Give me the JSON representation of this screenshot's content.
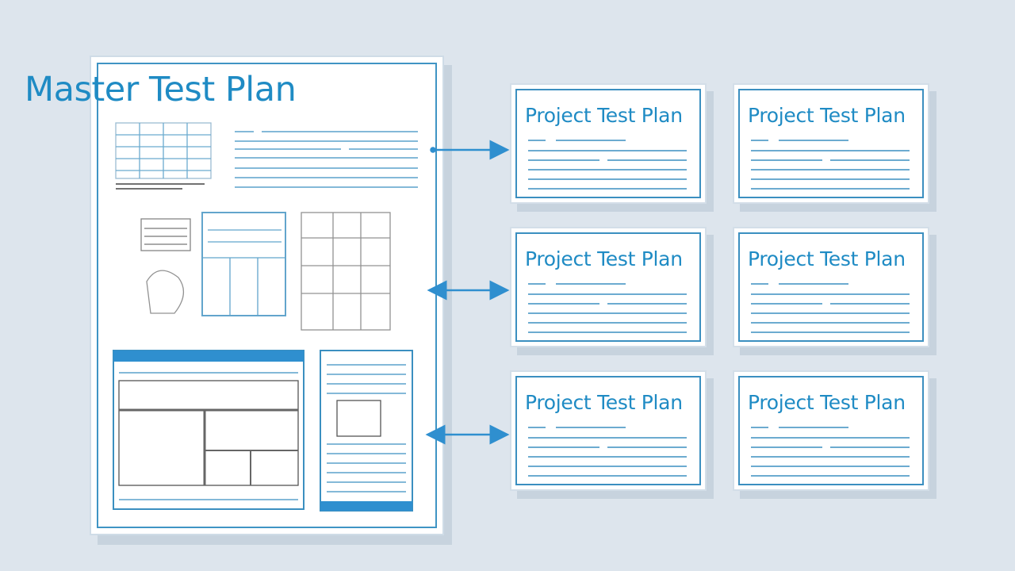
{
  "master": {
    "title": "Master Test Plan"
  },
  "cards": [
    {
      "title": "Project Test Plan"
    },
    {
      "title": "Project Test Plan"
    },
    {
      "title": "Project Test Plan"
    },
    {
      "title": "Project Test Plan"
    },
    {
      "title": "Project Test Plan"
    },
    {
      "title": "Project Test Plan"
    }
  ],
  "colors": {
    "accent": "#1f8bc4",
    "line": "#3b8fc0",
    "background": "#dde5ed"
  }
}
